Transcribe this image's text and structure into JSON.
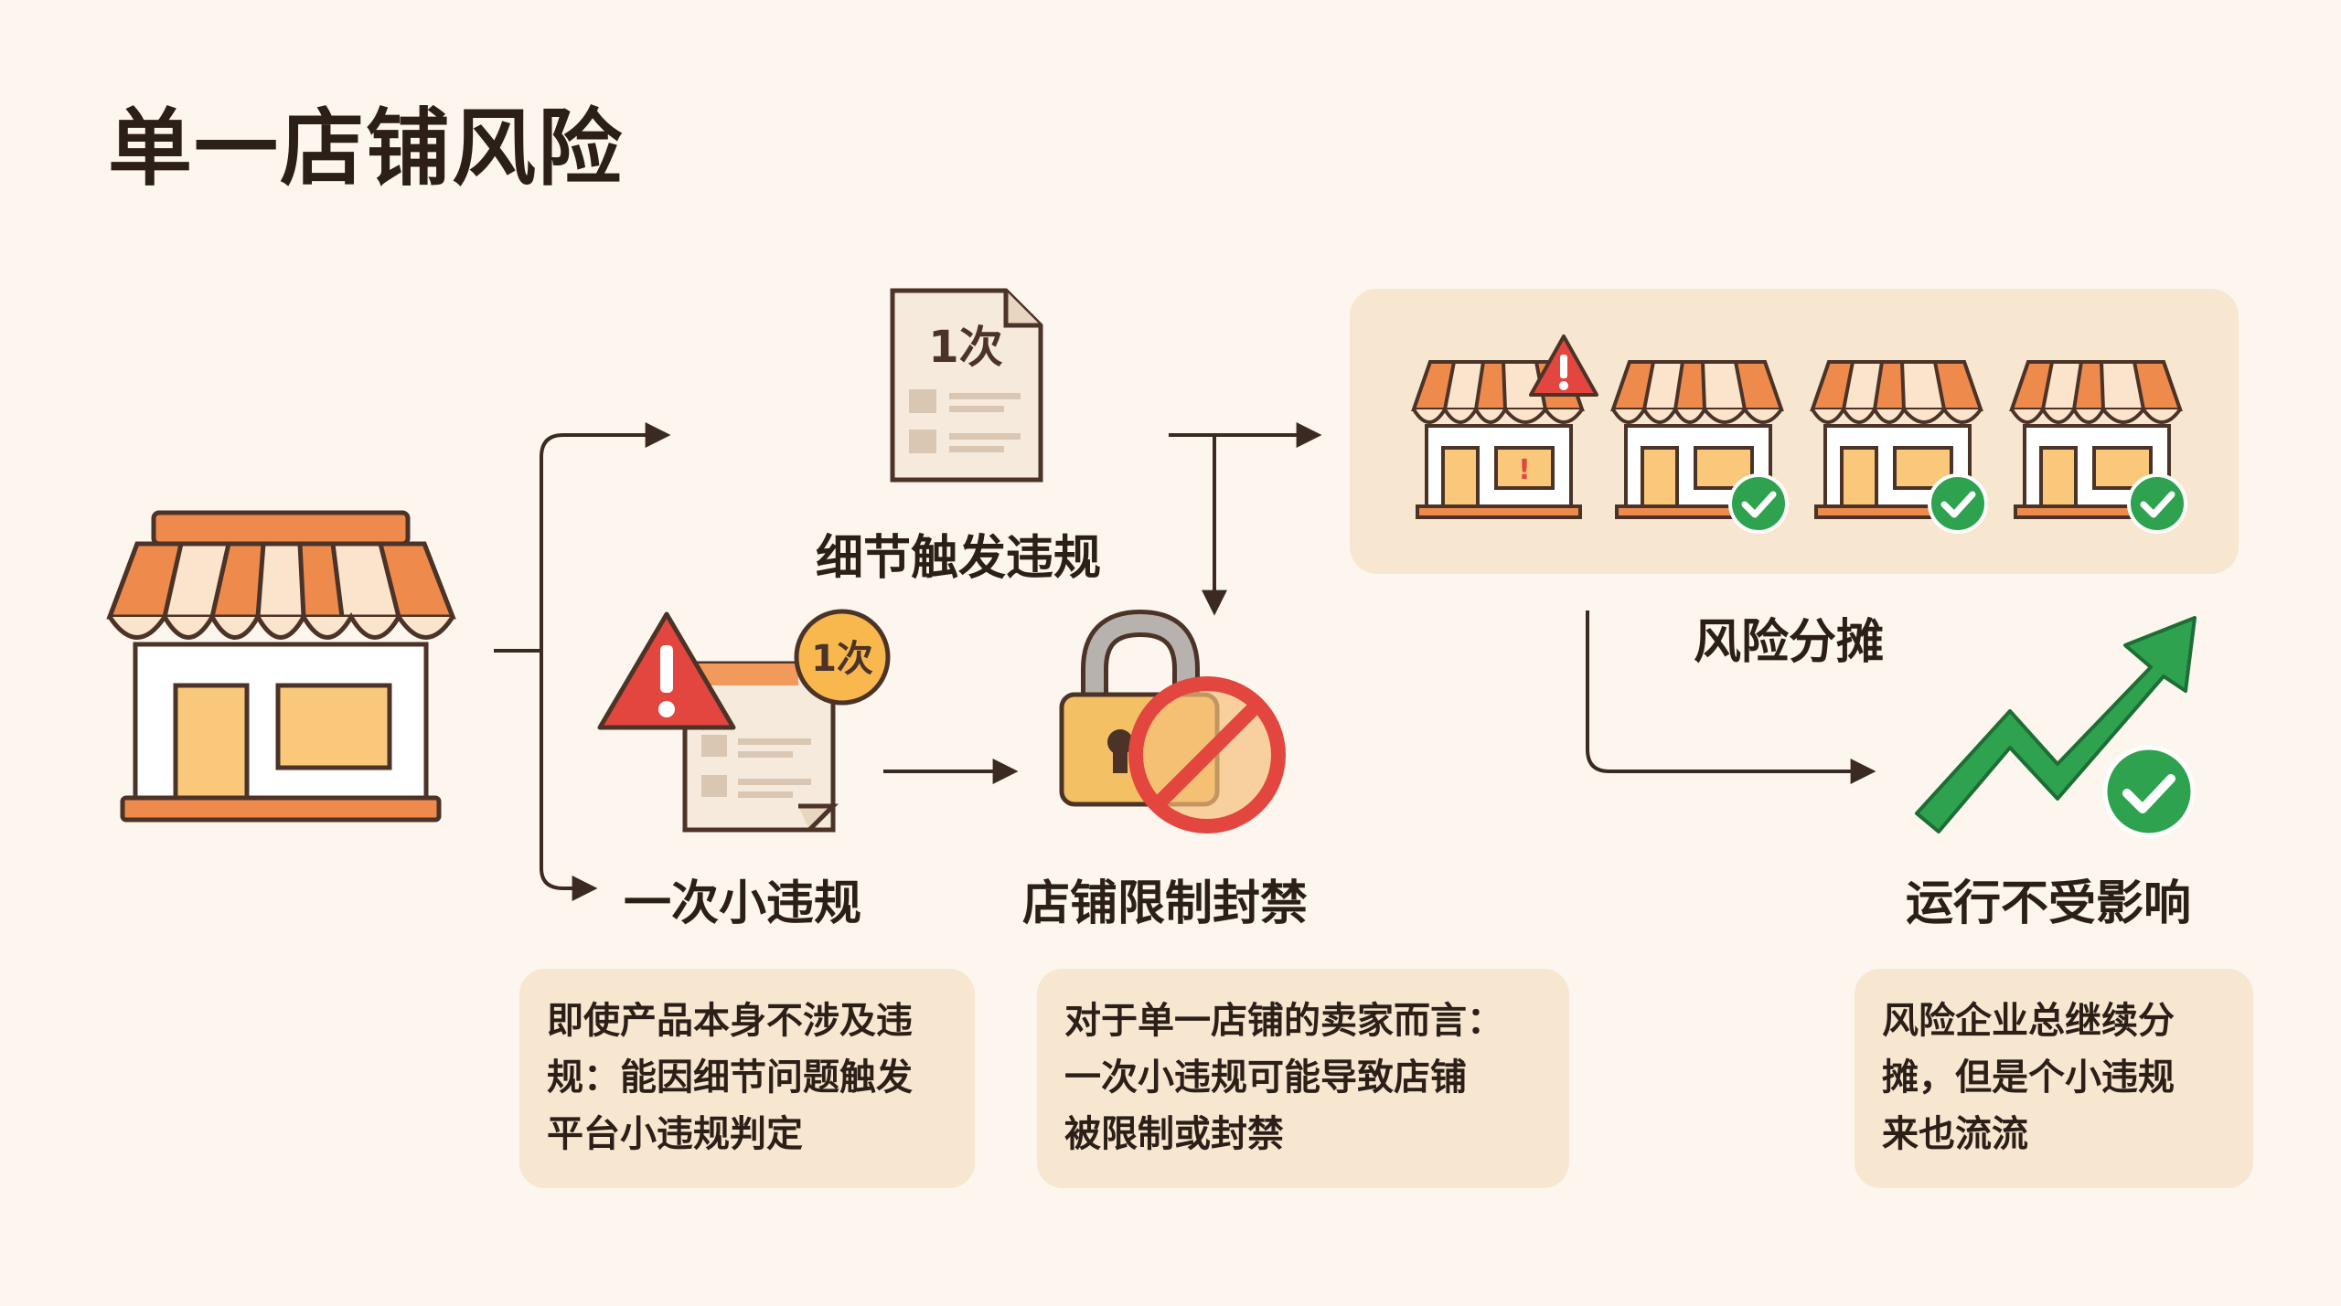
{
  "title": "单一店铺风险",
  "colors": {
    "background": "#fcf6ee",
    "panel": "#f7e6d0",
    "awning_orange": "#ef8a4d",
    "awning_light": "#fbe4cc",
    "window_yellow": "#f9c87a",
    "alert_red": "#e2463f",
    "check_green": "#2ea24f",
    "lock_yellow": "#f4c064",
    "outline": "#4b3327"
  },
  "labels": {
    "detail_violation": "细节触发违规",
    "minor_violation": "一次小违规",
    "store_restricted": "店铺限制封禁",
    "risk_sharing": "风险分摊",
    "operation_unaffected": "运行不受影响"
  },
  "badges": {
    "doc_count": "1次",
    "alert_count": "1次"
  },
  "boxes": {
    "box1": [
      "即使产品本身不涉及违",
      "规：能因细节问题触发",
      "平台小违规判定"
    ],
    "box2": [
      "对于单一店铺的卖家而言：",
      "一次小违规可能导致店铺",
      "被限制或封禁"
    ],
    "box3": [
      "风险企业总继续分",
      "摊，但是个小违规",
      "来也流流"
    ]
  },
  "icons": [
    "store-icon",
    "document-icon",
    "warning-icon",
    "lock-icon",
    "prohibited-icon",
    "store-alert-icon",
    "store-check-icon",
    "check-badge-icon",
    "rising-arrow-icon"
  ]
}
